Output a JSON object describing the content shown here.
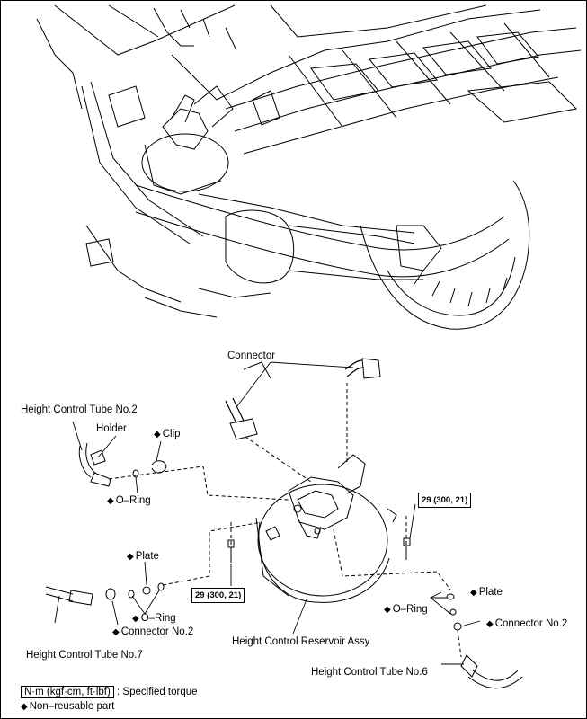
{
  "labels": {
    "connector": "Connector",
    "height_control_tube_2": "Height Control Tube No.2",
    "holder": "Holder",
    "clip": "Clip",
    "o_ring_top": "O–Ring",
    "plate_left": "Plate",
    "o_ring_left": "O–Ring",
    "connector_no2_left": "Connector No.2",
    "height_control_tube_7": "Height Control Tube No.7",
    "height_control_reservoir": "Height Control Reservoir Assy",
    "plate_right": "Plate",
    "o_ring_right": "O–Ring",
    "connector_no2_right": "Connector No.2",
    "height_control_tube_6": "Height Control Tube No.6"
  },
  "torque": {
    "right": "29 (300, 21)",
    "left": "29 (300, 21)"
  },
  "legend": {
    "torque_unit": "N·m (kgf·cm, ft·lbf)",
    "torque_desc": ": Specified torque",
    "nonreusable_desc": "Non–reusable part"
  },
  "symbols": {
    "nonreusable": "◆"
  }
}
